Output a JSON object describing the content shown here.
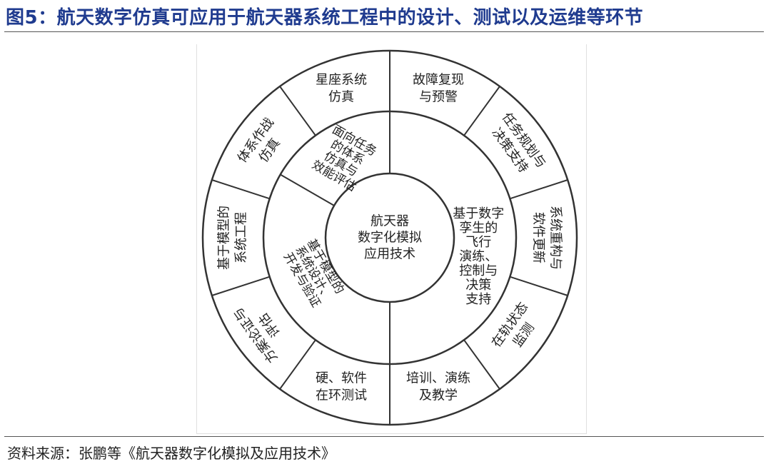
{
  "header": {
    "title": "图5：航天数字仿真可应用于航天器系统工程中的设计、测试以及运维等环节"
  },
  "diagram": {
    "center": [
      "航天器",
      "数字化模拟",
      "应用技术"
    ],
    "middle_ring": [
      [
        "面向任务",
        "的体系",
        "仿真与",
        "效能评估"
      ],
      [
        "基于数字",
        "孪生的",
        "飞行",
        "演练、",
        "控制与",
        "决策",
        "支持"
      ],
      [
        "基于模型的",
        "系统设计、",
        "开发与验证"
      ]
    ],
    "outer_ring": [
      [
        "星座系统",
        "仿真"
      ],
      [
        "故障复现",
        "与预警"
      ],
      [
        "任务规划与",
        "决策支持"
      ],
      [
        "系统重构与",
        "软件更新"
      ],
      [
        "在轨状态",
        "监测"
      ],
      [
        "培训、演练",
        "及教学"
      ],
      [
        "硬、软件",
        "在环测试"
      ],
      [
        "方案论证与",
        "评估"
      ],
      [
        "基于模型的",
        "系统工程"
      ],
      [
        "体系作战",
        "仿真"
      ]
    ]
  },
  "footer": {
    "source": "资料来源：张鹏等《航天器数字化模拟及应用技术》"
  }
}
